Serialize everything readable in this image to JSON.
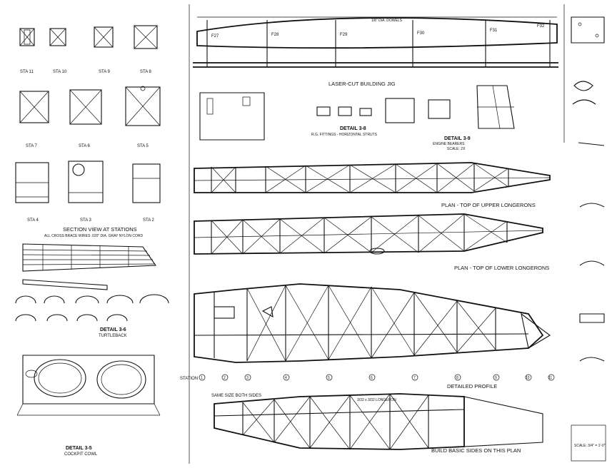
{
  "stations_header": {
    "views_title": "SECTION VIEW AT STATIONS",
    "views_note": "ALL CROSS BRACE WIRES .020\" DIA. GRAY NYLON CORD",
    "labels": [
      "STA 11",
      "STA 10",
      "STA 9",
      "STA 8",
      "STA 7",
      "STA 6",
      "STA 5",
      "STA 4",
      "STA 3",
      "STA 2"
    ]
  },
  "jig": {
    "title": "LASER-CUT BUILDING JIG",
    "former_labels": [
      "F27",
      "F28",
      "F29",
      "F30",
      "F31",
      "F32"
    ],
    "top_note": "1/8\" DIA. DOWELS"
  },
  "detail_titles": {
    "d3_8": "DETAIL 3-8",
    "d3_8_caption": "R.G. FITTINGS - HORIZONTAL STRUTS",
    "d3_9": "DETAIL 3-9",
    "d3_9_caption": "ENGINE BEARERS",
    "d3_9_scale": "SCALE: 2X"
  },
  "plan_views": {
    "upper": "PLAN - TOP OF UPPER LONGERONS",
    "lower": "PLAN - TOP OF LOWER LONGERONS",
    "profile": "DETAILED PROFILE"
  },
  "stations_row": {
    "label": "STATION",
    "numbers": [
      "1",
      "2",
      "3",
      "4",
      "5",
      "6",
      "7",
      "8",
      "9",
      "10",
      "11"
    ]
  },
  "bottom": {
    "build_note": "BUILD BASIC SIDES ON THIS PLAN",
    "longeron": "3/32 x 3/32 LONGERON",
    "cowl_detail": "DETAIL 3-5",
    "cowl_caption": "COCKPIT COWL",
    "sides_detail": "SAME SIZE BOTH SIDES"
  },
  "tail_detail": {
    "title": "DETAIL 3-6",
    "caption": "TURTLEBACK"
  },
  "right_edge": {
    "scale": "SCALE: 3/4\" = 1'-0\""
  }
}
